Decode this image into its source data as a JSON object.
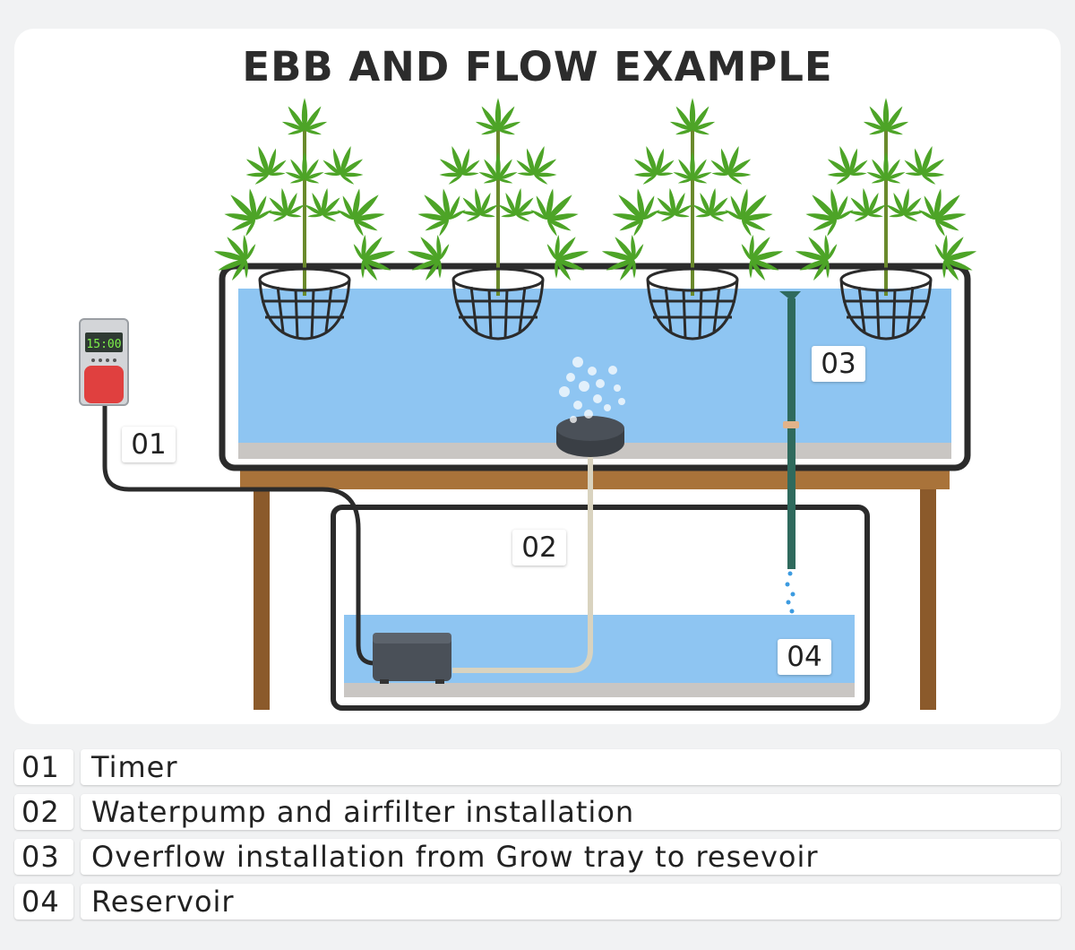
{
  "title": "EBB AND FLOW EXAMPLE",
  "timer_display": "15:00",
  "markers": [
    "01",
    "02",
    "03",
    "04"
  ],
  "legend": [
    {
      "num": "01",
      "text": "Timer"
    },
    {
      "num": "02",
      "text": "Waterpump and airfilter installation"
    },
    {
      "num": "03",
      "text": "Overflow installation from Grow tray to resevoir"
    },
    {
      "num": "04",
      "text": "Reservoir"
    }
  ],
  "colors": {
    "water": "#8ec5f2",
    "frame": "#2b2b2b",
    "wood": "#8b5a2b",
    "leaf": "#4da427",
    "pump": "#4a5058",
    "pipe": "#2f6a5d",
    "timer_button": "#e0403f"
  }
}
